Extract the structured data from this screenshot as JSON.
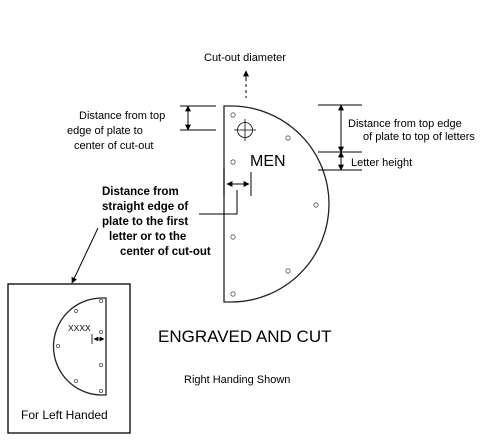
{
  "labels": {
    "cutout_diameter": "Cut-out diameter",
    "dist_top_cutout": [
      "Distance from top",
      "edge of plate to",
      "center of cut-out"
    ],
    "dist_top_letters": [
      "Distance from top edge",
      "of plate to top of letters"
    ],
    "letter_height": "Letter height",
    "dist_straight_edge": [
      "Distance from",
      "straight edge of",
      "plate to the first",
      "letter or to the",
      "center of cut-out"
    ],
    "sign_text": "MEN",
    "title": "ENGRAVED AND CUT",
    "handing_note": "Right Handing Shown",
    "inset_text": "XXXX",
    "inset_caption": "For Left Handed"
  }
}
